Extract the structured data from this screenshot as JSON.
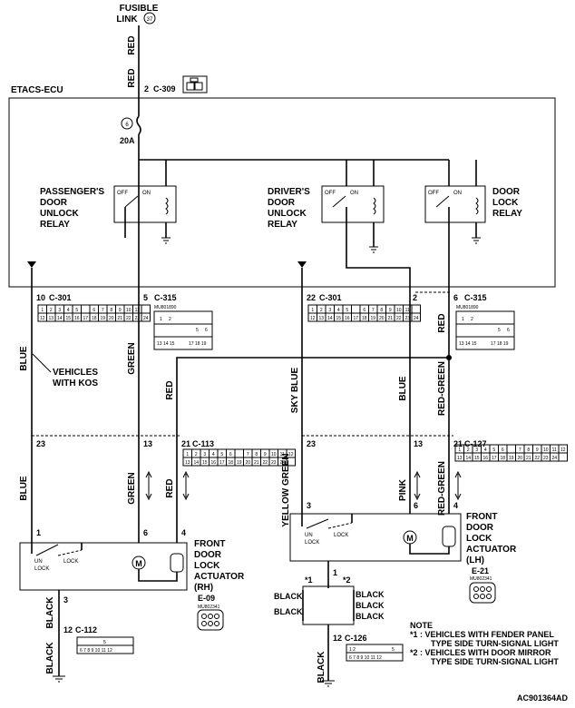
{
  "source": {
    "line1": "FUSIBLE",
    "line2": "LINK",
    "num": "37"
  },
  "etacs": {
    "label": "ETACS-ECU",
    "fuse_num": "6",
    "fuse_amp": "20A"
  },
  "top_wire": {
    "color": "RED",
    "pin": "2",
    "connector": "C-309"
  },
  "relays": {
    "passenger": {
      "l1": "PASSENGER'S",
      "l2": "DOOR",
      "l3": "UNLOCK",
      "l4": "RELAY"
    },
    "driver": {
      "l1": "DRIVER'S",
      "l2": "DOOR",
      "l3": "UNLOCK",
      "l4": "RELAY"
    },
    "lock": {
      "l1": "DOOR",
      "l2": "LOCK",
      "l3": "RELAY"
    },
    "off": "OFF",
    "on": "ON"
  },
  "ecu_pins": {
    "p10": "10",
    "c301": "C-301",
    "p5": "5",
    "c315": "C-315",
    "p22": "22",
    "c301b": "C-301",
    "p2": "2",
    "p6": "6",
    "c315b": "C-315",
    "part1": "MU801890",
    "part2": "MU801890"
  },
  "wires": {
    "blue": "BLUE",
    "green": "GREEN",
    "red": "RED",
    "sky_blue": "SKY BLUE",
    "red_green": "RED-GREEN",
    "yellow_green": "YELLOW GREEN",
    "pink": "PINK",
    "black": "BLACK"
  },
  "kos": {
    "l1": "VEHICLES",
    "l2": "WITH KOS"
  },
  "joint_rh": {
    "p23": "23",
    "p13": "13",
    "pin": "21",
    "connector": "C-113"
  },
  "joint_lh": {
    "p23": "23",
    "p13": "13",
    "pin": "21",
    "connector": "C-127"
  },
  "actuator_rh": {
    "l1": "FRONT",
    "l2": "DOOR",
    "l3": "LOCK",
    "l4": "ACTUATOR",
    "l5": "(RH)",
    "p1": "1",
    "p6": "6",
    "p4": "4",
    "p3": "3",
    "un": "UN",
    "lock_a": "LOCK",
    "lock_b": "LOCK",
    "motor": "M",
    "conn": "E-09",
    "part": "MU802341"
  },
  "actuator_lh": {
    "l1": "FRONT",
    "l2": "DOOR",
    "l3": "LOCK",
    "l4": "ACTUATOR",
    "l5": "(LH)",
    "p3": "3",
    "p6": "6",
    "p4": "4",
    "p1": "1",
    "un": "UN",
    "lock_a": "LOCK",
    "lock_b": "LOCK",
    "motor": "M",
    "conn": "E-21",
    "part": "MU802341"
  },
  "ground_rh": {
    "pin": "12",
    "connector": "C-112"
  },
  "ground_lh": {
    "pin": "12",
    "connector": "C-126"
  },
  "split": {
    "s1": "*1",
    "s2": "*2"
  },
  "note": {
    "title": "NOTE",
    "n1a": "*1 : VEHICLES WITH FENDER PANEL",
    "n1b": "TYPE SIDE TURN-SIGNAL LIGHT",
    "n2a": "*2 : VEHICLES WITH DOOR MIRROR",
    "n2b": "TYPE SIDE TURN-SIGNAL LIGHT"
  },
  "code": "AC901364AD",
  "c301_row1": [
    "1",
    "2",
    "3",
    "4",
    "5",
    "",
    "6",
    "7",
    "8",
    "9",
    "10",
    "11"
  ],
  "c301_row2": [
    "12",
    "13",
    "14",
    "15",
    "16",
    "17",
    "18",
    "19",
    "20",
    "21",
    "22",
    "23",
    "24"
  ],
  "c113_row1": [
    "1",
    "2",
    "3",
    "4",
    "5",
    "6",
    "",
    "7",
    "8",
    "9",
    "10",
    "11",
    "12"
  ],
  "c113_row2": [
    "13",
    "14",
    "15",
    "16",
    "17",
    "18",
    "19",
    "20",
    "21",
    "22",
    "23",
    "24"
  ]
}
